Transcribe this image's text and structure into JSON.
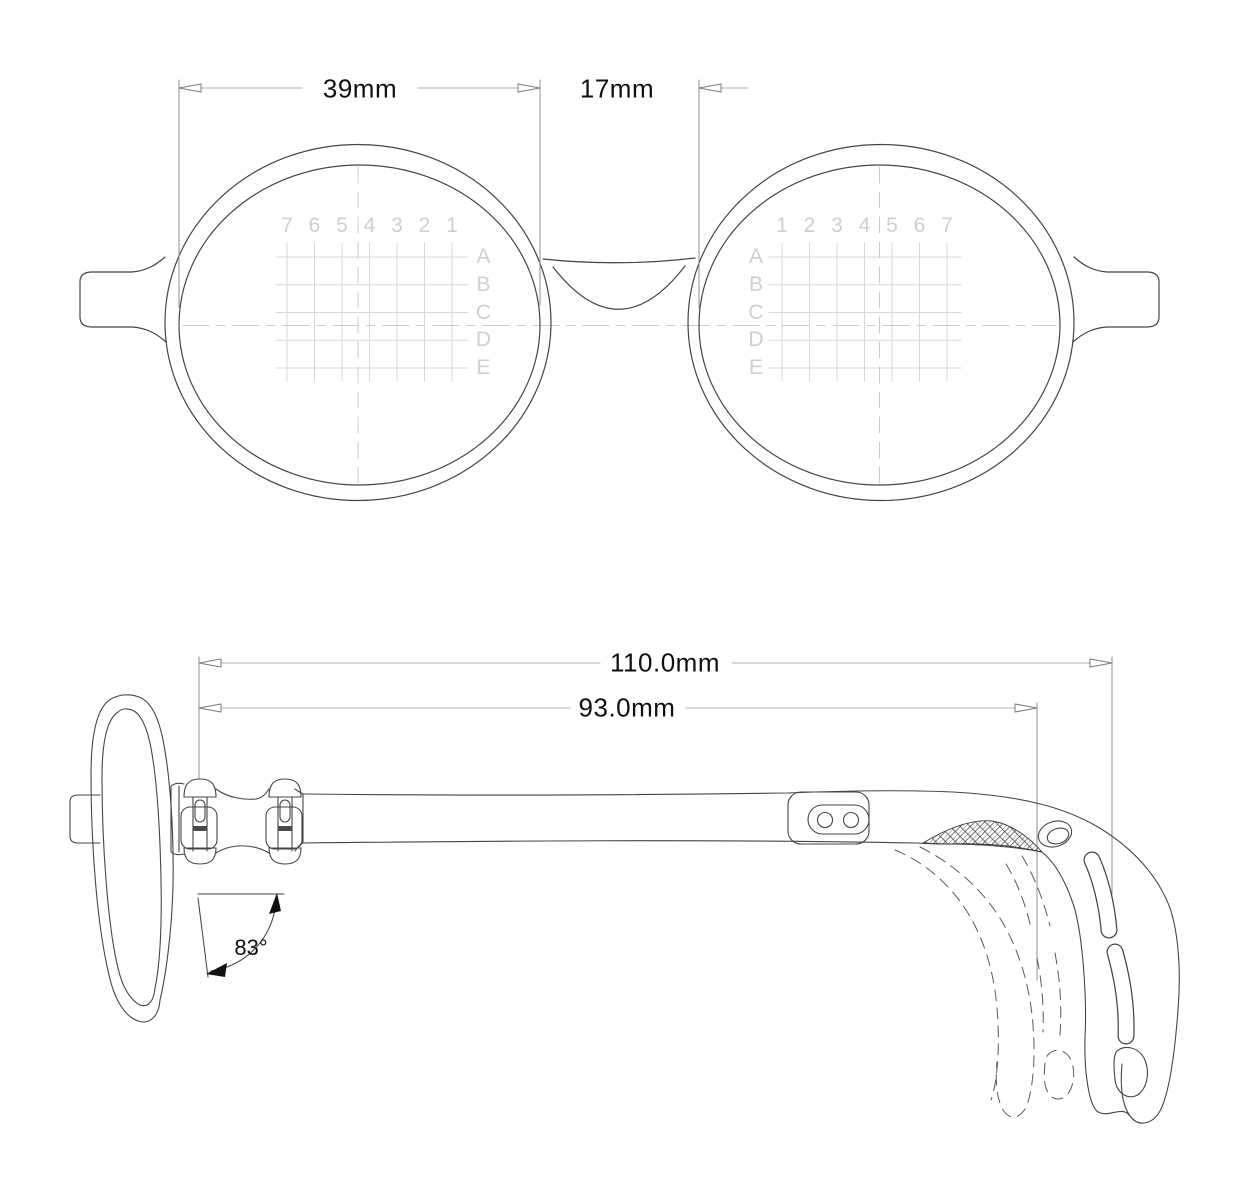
{
  "drawing": {
    "front_view": {
      "dims": {
        "lens_width": "39mm",
        "bridge": "17mm"
      },
      "grid_left": {
        "columns": [
          "7",
          "6",
          "5",
          "4",
          "3",
          "2",
          "1"
        ],
        "rows": [
          "A",
          "B",
          "C",
          "D",
          "E"
        ]
      },
      "grid_right": {
        "columns": [
          "1",
          "2",
          "3",
          "4",
          "5",
          "6",
          "7"
        ],
        "rows": [
          "A",
          "B",
          "C",
          "D",
          "E"
        ]
      }
    },
    "side_view": {
      "dims": {
        "temple_total": "110.0mm",
        "temple_straight": "93.0mm",
        "pantoscopic_angle": "83°"
      }
    },
    "colors": {
      "outline": "#454545",
      "grid": "#d7d7d7",
      "grid_label": "#cfcfcf",
      "dimension_line": "#b2b2b2",
      "extension_line": "#8f8f8f",
      "text": "#101010",
      "background": "#ffffff"
    }
  }
}
